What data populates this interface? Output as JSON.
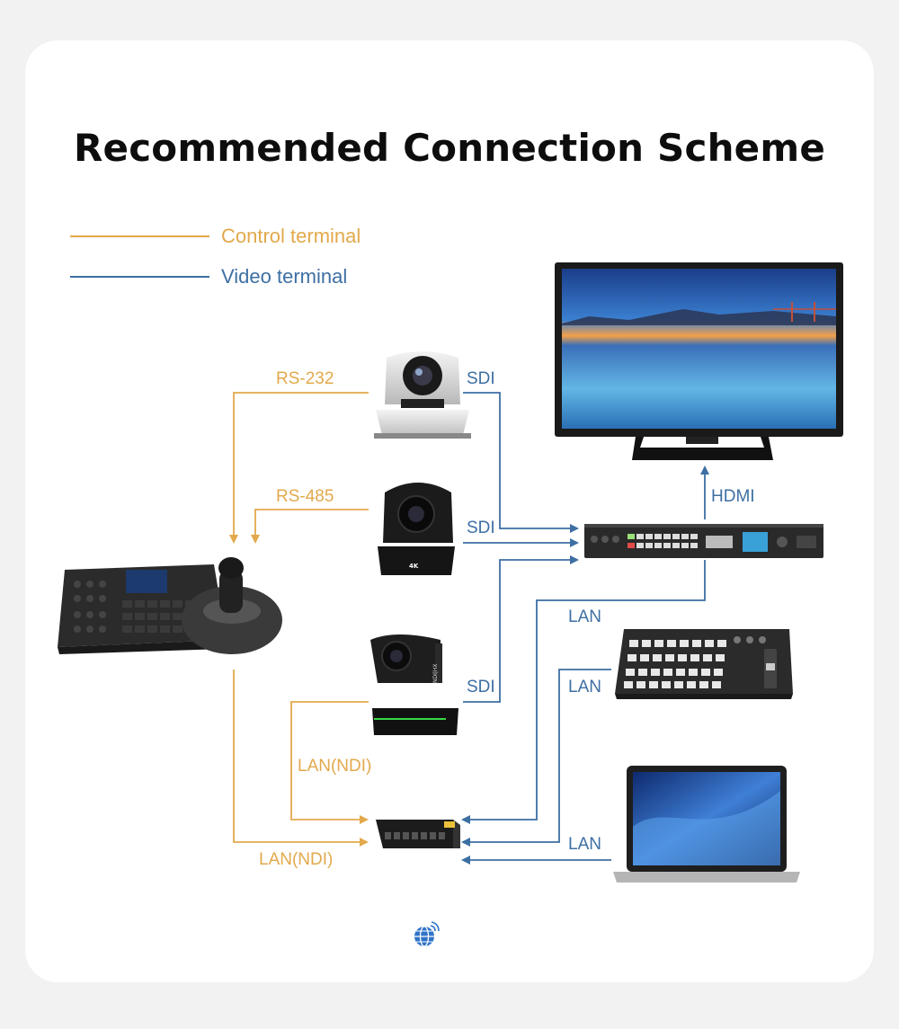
{
  "title": "Recommended Connection Scheme",
  "legend": [
    {
      "label": "Control terminal",
      "color": "#e2a94c"
    },
    {
      "label": "Video terminal",
      "color": "#3d6fa3"
    }
  ],
  "links": {
    "rs232": "RS-232",
    "rs485": "RS-485",
    "sdi_1": "SDI",
    "sdi_2": "SDI",
    "sdi_3": "SDI",
    "hdmi": "HDMI",
    "lan_1": "LAN",
    "lan_2": "LAN",
    "lan_3": "LAN",
    "lan_ndi_1": "LAN(NDI)",
    "lan_ndi_2": "LAN(NDI)"
  },
  "devices": {
    "camera_1_label": "",
    "camera_2_badge": "4K",
    "camera_3_brand": "NDI|HX",
    "controller": "PTZ keyboard controller",
    "switcher": "video switcher",
    "tv": "monitor",
    "mixer": "video mixer",
    "laptop": "laptop",
    "network_switch": "network switch"
  },
  "colors": {
    "control": "#e2a94c",
    "video": "#3d6fa3"
  },
  "icons": [
    "globe-icon"
  ]
}
